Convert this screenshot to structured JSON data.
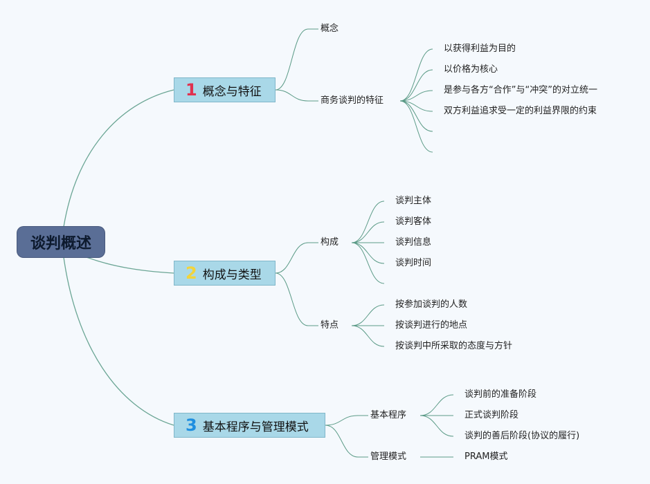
{
  "root": {
    "label": "谈判概述"
  },
  "branches": [
    {
      "number": "1",
      "number_color": "#e0314f",
      "label": "概念与特征",
      "children": [
        {
          "label": "概念",
          "children": []
        },
        {
          "label": "商务谈判的特征",
          "children": [
            "以获得利益为目的",
            "以价格为核心",
            "是参与各方“合作”与“冲突”的对立统一",
            "双方利益追求受一定的利益界限的约束",
            "",
            ""
          ]
        }
      ]
    },
    {
      "number": "2",
      "number_color": "#f2d43c",
      "label": "构成与类型",
      "children": [
        {
          "label": "构成",
          "children": [
            "谈判主体",
            "谈判客体",
            "谈判信息",
            "谈判时间",
            ""
          ]
        },
        {
          "label": "特点",
          "children": [
            "按参加谈判的人数",
            "按谈判进行的地点",
            "按谈判中所采取的态度与方针"
          ]
        }
      ]
    },
    {
      "number": "3",
      "number_color": "#1f8fe0",
      "label": "基本程序与管理模式",
      "children": [
        {
          "label": "基本程序",
          "children": [
            "谈判前的准备阶段",
            "正式谈判阶段",
            "谈判的善后阶段(协议的履行)"
          ]
        },
        {
          "label": "管理模式",
          "children": [
            "PRAM模式"
          ]
        }
      ]
    }
  ]
}
